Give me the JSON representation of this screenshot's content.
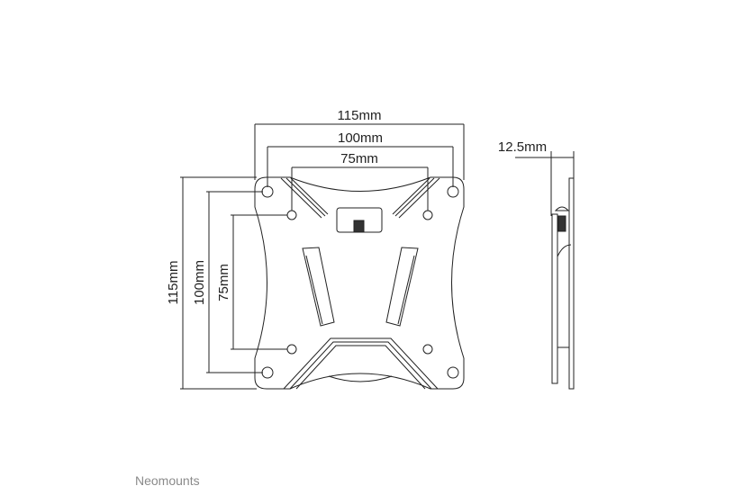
{
  "front_view": {
    "width_labels": [
      "115mm",
      "100mm",
      "75mm"
    ],
    "height_labels": [
      "115mm",
      "100mm",
      "75mm"
    ]
  },
  "side_view": {
    "depth_label": "12.5mm"
  },
  "brand": "Neomounts",
  "colors": {
    "line": "#222222",
    "brand": "#8a8a8a"
  }
}
